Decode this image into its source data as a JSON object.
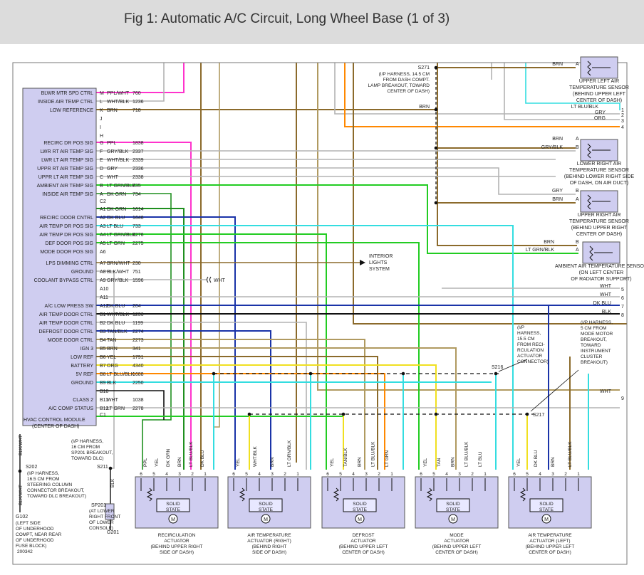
{
  "title": "Fig 1: Automatic A/C Circuit, Long Wheel Base (1 of 3)",
  "colors": {
    "module_fill": "#cfcdf0",
    "pink": "#ff33cc",
    "brown": "#8b6a2b",
    "gray": "#b3b3b3",
    "green": "#22cc22",
    "blue": "#1a33a8",
    "lightblue": "#33dde0",
    "yellow": "#f0e020",
    "orange": "#ff8800",
    "tan": "#b09a60",
    "black": "#111111",
    "darkgreen": "#1f8f1f"
  },
  "module": {
    "name": "HVAC CONTROL MODULE",
    "location": "(CENTER OF DASH)",
    "pins": [
      {
        "label": "BLWR MTR SPD CTRL",
        "pin": "M",
        "wire": "PPL/WHT",
        "circuit": "760"
      },
      {
        "label": "INSIDE AIR TEMP CTRL",
        "pin": "L",
        "wire": "WHT/BLK",
        "circuit": "1236"
      },
      {
        "label": "LOW REFERENCE",
        "pin": "K",
        "wire": "BRN",
        "circuit": "718"
      },
      {
        "label": "",
        "pin": "J",
        "wire": "",
        "circuit": ""
      },
      {
        "label": "",
        "pin": "I",
        "wire": "",
        "circuit": ""
      },
      {
        "label": "",
        "pin": "H",
        "wire": "",
        "circuit": ""
      },
      {
        "label": "RECIRC DR POS SIG",
        "pin": "G",
        "wire": "PPL",
        "circuit": "1838"
      },
      {
        "label": "LWR RT AIR TEMP SIG",
        "pin": "F",
        "wire": "GRY/BLK",
        "circuit": "2337"
      },
      {
        "label": "LWR LT AIR TEMP SIG",
        "pin": "E",
        "wire": "WHT/BLK",
        "circuit": "2339"
      },
      {
        "label": "UPPR RT AIR TEMP SIG",
        "pin": "D",
        "wire": "GRY",
        "circuit": "2336"
      },
      {
        "label": "UPPR LT AIR TEMP SIG",
        "pin": "C",
        "wire": "WHT",
        "circuit": "2338"
      },
      {
        "label": "AMBIENT AIR TEMP SIG",
        "pin": "B",
        "wire": "LT GRN/BLK",
        "circuit": "735"
      },
      {
        "label": "INSIDE AIR TEMP SIG",
        "pin": "A",
        "wire": "DK GRN",
        "circuit": "734"
      },
      {
        "label": "",
        "pin": "C2",
        "wire": "",
        "circuit": ""
      },
      {
        "label": "",
        "pin": "A1",
        "wire": "DK GRN",
        "circuit": "1614"
      },
      {
        "label": "RECIRC DOOR CNTRL",
        "pin": "A2",
        "wire": "DK BLU",
        "circuit": "1646"
      },
      {
        "label": "AIR TEMP DR POS SIG",
        "pin": "A3",
        "wire": "LT BLU",
        "circuit": "733"
      },
      {
        "label": "AIR TEMP DR POS SIG",
        "pin": "A4",
        "wire": "LT GRN/BLK",
        "circuit": "2276"
      },
      {
        "label": "DEF DOOR POS SIG",
        "pin": "A5",
        "wire": "LT GRN",
        "circuit": "2275"
      },
      {
        "label": "MODE DOOR POS SIG",
        "pin": "A6",
        "wire": "",
        "circuit": ""
      },
      {
        "label": "LPS DIMMING CTRL",
        "pin": "A7",
        "wire": "BRN/WHT",
        "circuit": "230"
      },
      {
        "label": "GROUND",
        "pin": "A8",
        "wire": "BLK/WHT",
        "circuit": "751"
      },
      {
        "label": "COOLANT BYPASS CTRL",
        "pin": "A9",
        "wire": "GRY/BLK",
        "circuit": "1596"
      },
      {
        "label": "",
        "pin": "A10",
        "wire": "",
        "circuit": ""
      },
      {
        "label": "",
        "pin": "A11",
        "wire": "",
        "circuit": ""
      },
      {
        "label": "A/C LOW PRESS SW",
        "pin": "A12",
        "wire": "DK BLU",
        "circuit": "204"
      },
      {
        "label": "AIR TEMP DOOR CTRL",
        "pin": "B1",
        "wire": "WHT/BLK",
        "circuit": "1236"
      },
      {
        "label": "AIR TEMP DOOR CTRL",
        "pin": "B2",
        "wire": "DK BLU",
        "circuit": "1199"
      },
      {
        "label": "DEFROST DOOR CTRL",
        "pin": "B3",
        "wire": "TAN/BLK",
        "circuit": "2274"
      },
      {
        "label": "MODE DOOR CTRL",
        "pin": "B4",
        "wire": "TAN",
        "circuit": "2273"
      },
      {
        "label": "IGN 3",
        "pin": "B5",
        "wire": "BRN",
        "circuit": "341"
      },
      {
        "label": "LOW REF",
        "pin": "B6",
        "wire": "YEL",
        "circuit": "1791"
      },
      {
        "label": "BATTERY",
        "pin": "B7",
        "wire": "ORG",
        "circuit": "4340"
      },
      {
        "label": "5V REF",
        "pin": "B8",
        "wire": "LT BLU/BLK",
        "circuit": "1688"
      },
      {
        "label": "GROUND",
        "pin": "B9",
        "wire": "BLK",
        "circuit": "2250"
      },
      {
        "label": "",
        "pin": "B10",
        "wire": "",
        "circuit": ""
      },
      {
        "label": "CLASS 2",
        "pin": "B11",
        "wire": "WHT",
        "circuit": "1038"
      },
      {
        "label": "A/C COMP STATUS",
        "pin": "B12",
        "wire": "LT GRN",
        "circuit": "2278"
      },
      {
        "label": "",
        "pin": "C1",
        "wire": "",
        "circuit": ""
      }
    ]
  },
  "sensors": [
    {
      "name": "UPPER LEFT AIR",
      "line2": "TEMPERATURE SENSOR",
      "line3": "(BEHIND UPPER LEFT",
      "line4": "CENTER OF DASH)",
      "wireA": "BRN",
      "pinA": "A",
      "wireB": "LT BLU/BLK",
      "pinB": "B"
    },
    {
      "name": "LOWER RIGHT AIR",
      "line2": "TEMPERATURE SENSOR",
      "line3": "(BEHIND LOWER RIGHT SIDE",
      "line4": "OF DASH, ON AIR DUCT)",
      "wireA": "BRN",
      "pinA": "A",
      "wireB": "GRY/BLK",
      "pinB": "B"
    },
    {
      "name": "UPPER RIGHT AIR",
      "line2": "TEMPERATURE SENSOR",
      "line3": "(BEHIND UPPER RIGHT",
      "line4": "CENTER OF DASH)",
      "wireA": "GRY",
      "pinA": "B",
      "wireB": "BRN",
      "pinB": "A"
    },
    {
      "name": "AMBIENT AIR TEMPERATURE SENSOR",
      "line2": "(ON LEFT CENTER",
      "line3": "OF RADIATOR SUPPORT)",
      "line4": "",
      "wireA": "BRN",
      "pinA": "B",
      "wireB": "LT GRN/BLK",
      "pinB": "A"
    }
  ],
  "right_edge": {
    "top": [
      {
        "wire": "GRY",
        "num": "2"
      },
      {
        "wire": "ORG",
        "num": "3"
      },
      {
        "wire": "",
        "num": "4"
      }
    ],
    "mid": [
      {
        "wire": "WHT",
        "num": "5"
      },
      {
        "wire": "WHT",
        "num": "6"
      },
      {
        "wire": "DK BLU",
        "num": "7"
      },
      {
        "wire": "BLK",
        "num": "8"
      }
    ],
    "bottom": [
      {
        "wire": "WHT",
        "num": "9"
      }
    ],
    "first_num": "1",
    "first_wire": "LT BLU/BLK"
  },
  "notes": {
    "s271": "S271",
    "s271_lines": [
      "(I/P HARNESS, 14.5 CM",
      "FROM DASH COMPT.",
      "LAMP BREAKOUT, TOWARD",
      "CENTER OF DASH)"
    ],
    "s271_wire": "BRN",
    "interior": [
      "INTERIOR",
      "LIGHTS",
      "SYSTEM"
    ],
    "wht": "WHT",
    "s216": "S216",
    "s216_lines": [
      "(I/P",
      "HARNESS,",
      "15.5 CM",
      "FROM RECI-",
      "RCULATION",
      "ACTUATOR",
      "CONNECTOR)"
    ],
    "s217": "S217",
    "s217_lines": [
      "(I/P HARNESS,",
      "5 CM FROM",
      "MODE MOTOR",
      "BREAKOUT,",
      "TOWARD",
      "INSTRUMENT",
      "CLUSTER",
      "BREAKOUT)"
    ],
    "s211": "S211",
    "s211_lines": [
      "(I/P HARNESS,",
      "16 CM FROM",
      "SP201 BREAKOUT,",
      "TOWARD DLC)"
    ],
    "s202": "S202",
    "s202_lines": [
      "(I/P HARNESS,",
      "16.5 CM FROM",
      "STEERING COLUMN",
      "CONNECTOR BREAKOUT,",
      "TOWARD DLC BREAKOUT)"
    ],
    "sp201": "SP201",
    "sp201_lines": [
      "(AT LOWER",
      "RIGHT FRONT",
      "OF LOWER",
      "CONSOLE)"
    ],
    "g102": "G102",
    "g102_lines": [
      "(LEFT SIDE",
      "OF UNDERHOOD",
      "COMPT, NEAR REAR",
      "OF UNDERHOOD",
      "FUSE BLOCK)"
    ],
    "g201": "G201",
    "blk": "BLK",
    "blkwht1": "BLK/WHT",
    "blkwht2": "BLK/WHT",
    "code": "200342"
  },
  "actuators": [
    {
      "name": [
        "RECIRCULATION",
        "ACTUATOR",
        "(BEHIND UPPER RIGHT",
        "SIDE OF DASH)"
      ],
      "wires": [
        "PPL",
        "YEL",
        "DK GRN",
        "BRN",
        "LT BLU/BLK",
        "DK BLU"
      ],
      "pins": [
        "6",
        "5",
        "4",
        "3",
        "2",
        "1"
      ]
    },
    {
      "name": [
        "AIR TEMPERATURE",
        "ACTUATOR (RIGHT)",
        "(BEHIND RIGHT",
        "SIDE OF DASH)"
      ],
      "wires": [
        "YEL",
        "WHT/BLK",
        "BRN",
        "LT GRN/BLK"
      ],
      "pins": [
        "6",
        "5",
        "4",
        "3",
        "2",
        "1"
      ]
    },
    {
      "name": [
        "DEFROST",
        "ACTUATOR",
        "(BEHIND UPPER LEFT",
        "CENTER OF DASH)"
      ],
      "wires": [
        "YEL",
        "TAN/BLK",
        "BRN",
        "LT BLU/BLK",
        "LT GRN"
      ],
      "pins": [
        "6",
        "5",
        "4",
        "3",
        "2",
        "1"
      ]
    },
    {
      "name": [
        "MODE",
        "ACTUATOR",
        "(BEHIND UPPER LEFT",
        "CENTER OF DASH)"
      ],
      "wires": [
        "YEL",
        "TAN",
        "BRN",
        "LT BLU/BLK",
        "LT BLU"
      ],
      "pins": [
        "6",
        "5",
        "4",
        "3",
        "2",
        "1"
      ]
    },
    {
      "name": [
        "AIR TEMPERATURE",
        "ACTUATOR (LEFT)",
        "(BEHIND UPPER LEFT",
        "CENTER OF DASH)"
      ],
      "wires": [
        "YEL",
        "DK BLU",
        "BRN",
        "LT BLU/BLK"
      ],
      "pins": [
        "6",
        "5",
        "4",
        "3",
        "2",
        "1"
      ]
    }
  ],
  "solid_state": [
    "SOLID",
    "STATE"
  ],
  "motor": "M"
}
